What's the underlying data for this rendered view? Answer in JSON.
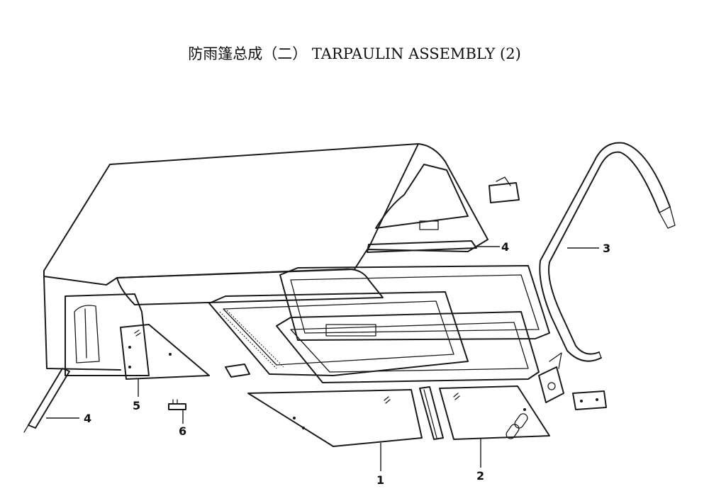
{
  "title": "防雨篷总成（二） TARPAULIN ASSEMBLY (2)",
  "callouts": {
    "c1": "1",
    "c2": "2",
    "c3": "3",
    "c4_upper": "4",
    "c4_lower": "4",
    "c5": "5",
    "c6": "6"
  }
}
